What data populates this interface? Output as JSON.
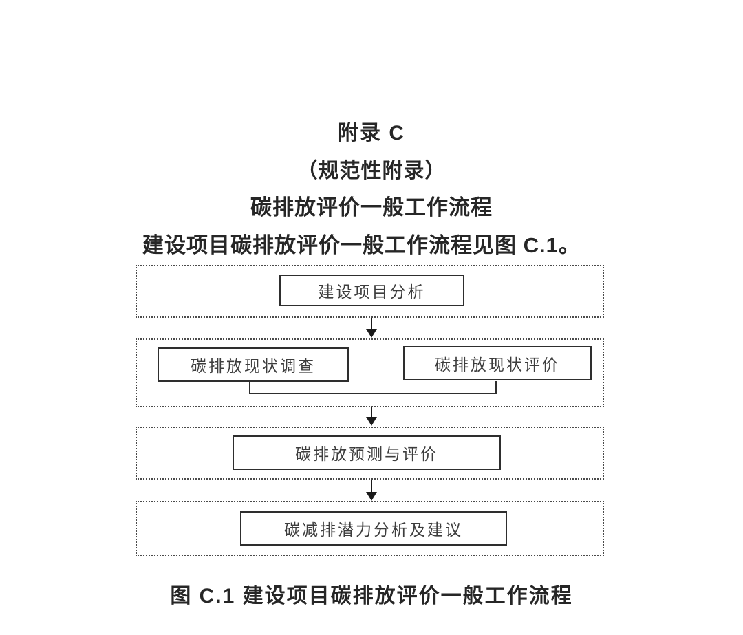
{
  "header": {
    "appendix_label": "附录 C",
    "appendix_type": "（规范性附录）",
    "appendix_title": "碳排放评价一般工作流程",
    "intro_text": "建设项目碳排放评价一般工作流程见图 C.1。"
  },
  "flowchart": {
    "stages": [
      {
        "boxes": [
          "建设项目分析"
        ]
      },
      {
        "boxes": [
          "碳排放现状调查",
          "碳排放现状评价"
        ]
      },
      {
        "boxes": [
          "碳排放预测与评价"
        ]
      },
      {
        "boxes": [
          "碳减排潜力分析及建议"
        ]
      }
    ]
  },
  "figure": {
    "caption": "图 C.1  建设项目碳排放评价一般工作流程"
  },
  "colors": {
    "background": "#ffffff",
    "text": "#262626",
    "box_border": "#2e2e2e",
    "container_border": "#4a4a4a",
    "arrow": "#1a1a1a"
  }
}
